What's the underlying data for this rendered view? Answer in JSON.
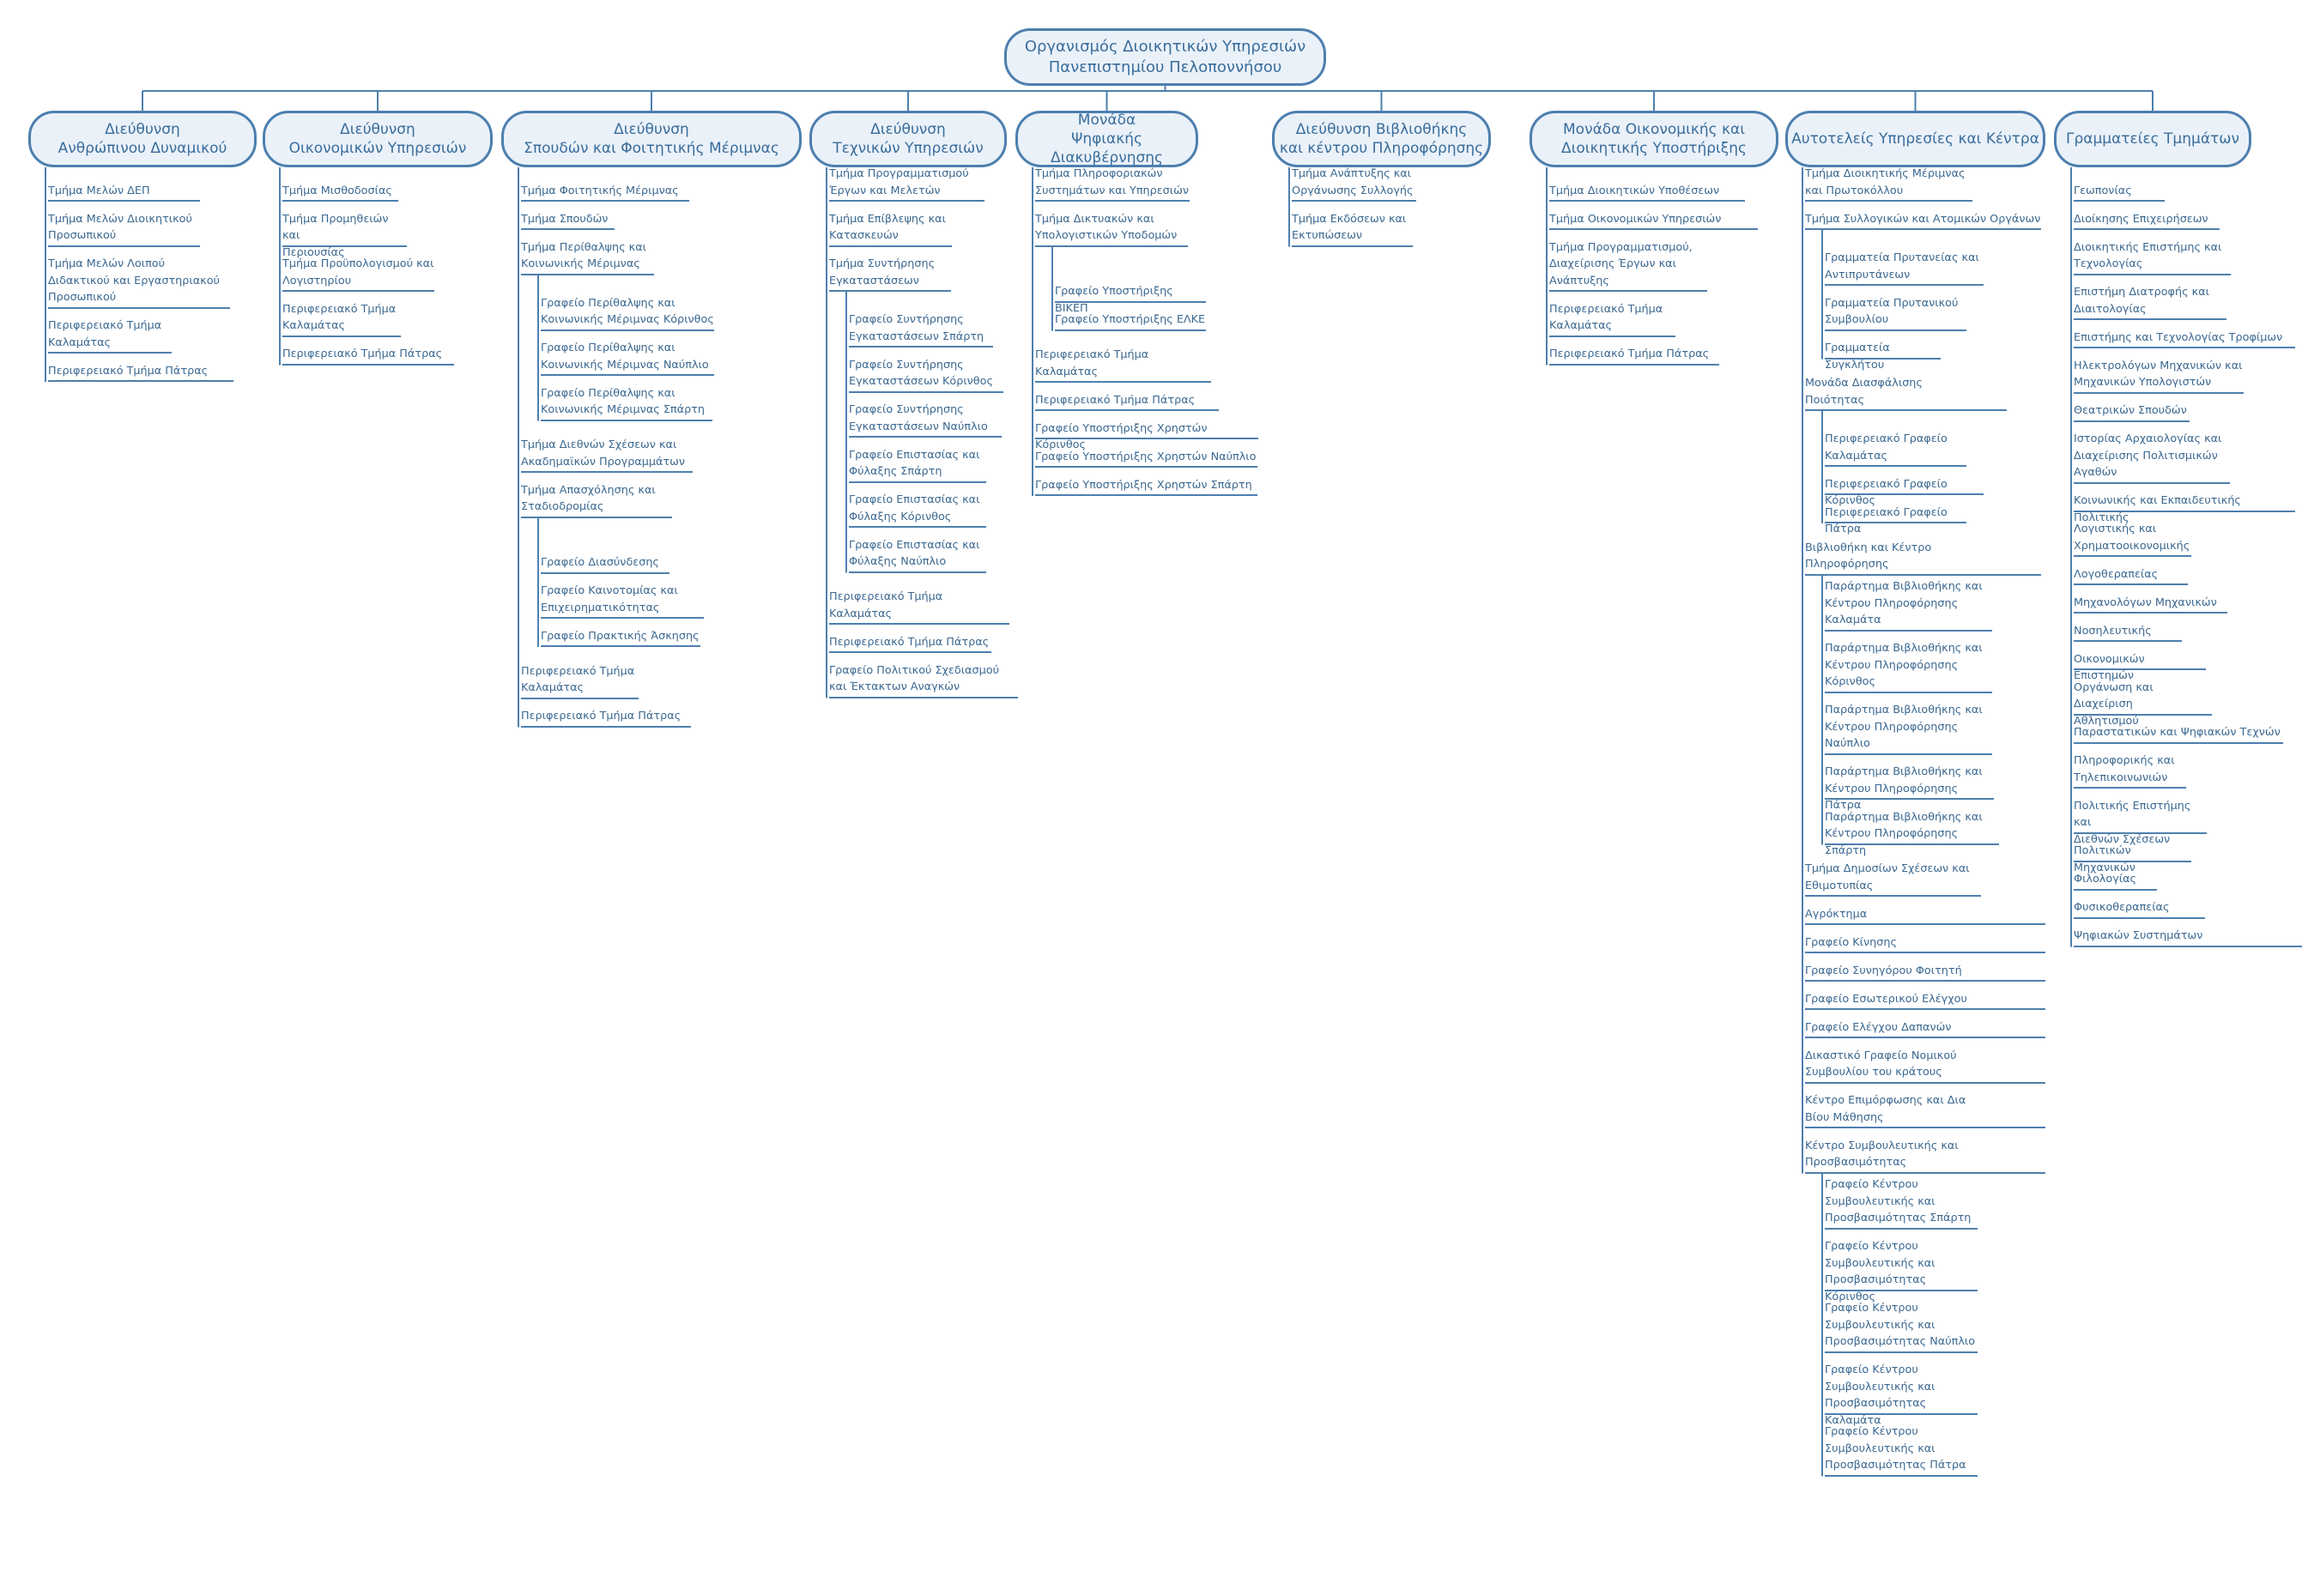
{
  "root": {
    "title": "Οργανισμός Διοικητικών Υπηρεσιών\nΠανεπιστημίου Πελοποννήσου"
  },
  "columns": [
    {
      "title": "Διεύθυνση\nΑνθρώπινου Δυναμικού",
      "items": [
        {
          "text": "Τμήμα Μελών ΔΕΠ"
        },
        {
          "text": "Τμήμα Μελών Διοικητικού\nΠροσωπικού"
        },
        {
          "text": "Τμήμα Μελών Λοιπού\nΔιδακτικού και Εργαστηριακού\nΠροσωπικού"
        },
        {
          "text": "Περιφερειακό Τμήμα\nΚαλαμάτας"
        },
        {
          "text": "Περιφερειακό Τμήμα Πάτρας"
        }
      ]
    },
    {
      "title": "Διεύθυνση\nΟικονομικών Υπηρεσιών",
      "items": [
        {
          "text": "Τμήμα Μισθοδοσίας"
        },
        {
          "text": "Τμήμα Προμηθειών και\nΠεριουσίας"
        },
        {
          "text": "Τμήμα Προϋπολογισμού και\nΛογιστηρίου"
        },
        {
          "text": "Περιφερειακό Τμήμα\nΚαλαμάτας"
        },
        {
          "text": "Περιφερειακό Τμήμα Πάτρας"
        }
      ]
    },
    {
      "title": "Διεύθυνση\nΣπουδών και Φοιτητικής Μέριμνας",
      "items": [
        {
          "text": "Τμήμα Φοιτητικής Μέριμνας"
        },
        {
          "text": "Τμήμα Σπουδών"
        },
        {
          "text": "Τμήμα Περίθαλψης και\nΚοινωνικής Μέριμνας",
          "children": [
            "Γραφείο Περίθαλψης και\nΚοινωνικής Μέριμνας Κόρινθος",
            "Γραφείο Περίθαλψης και\nΚοινωνικής Μέριμνας Ναύπλιο",
            "Γραφείο Περίθαλψης και\nΚοινωνικής Μέριμνας Σπάρτη"
          ]
        },
        {
          "text": "Τμήμα Διεθνών Σχέσεων και\nΑκαδημαϊκών Προγραμμάτων"
        },
        {
          "text": "Τμήμα Απασχόλησης και\nΣταδιοδρομίας",
          "children": [
            "Γραφείο Διασύνδεσης",
            "Γραφείο Καινοτομίας και\nΕπιχειρηματικότητας",
            "Γραφείο Πρακτικής Άσκησης"
          ]
        },
        {
          "text": "Περιφερειακό Τμήμα\nΚαλαμάτας"
        },
        {
          "text": "Περιφερειακό Τμήμα Πάτρας"
        }
      ]
    },
    {
      "title": "Διεύθυνση\nΤεχνικών Υπηρεσιών",
      "items": [
        {
          "text": "Τμήμα Προγραμματισμού\nΈργων και Μελετών"
        },
        {
          "text": "Τμήμα Επίβλεψης και\nΚατασκευών"
        },
        {
          "text": "Τμήμα Συντήρησης\nΕγκαταστάσεων",
          "children": [
            "Γραφείο Συντήρησης\nΕγκαταστάσεων Σπάρτη",
            "Γραφείο Συντήρησης\nΕγκαταστάσεων Κόρινθος",
            "Γραφείο Συντήρησης\nΕγκαταστάσεων Ναύπλιο",
            "Γραφείο Επιστασίας και\nΦύλαξης Σπάρτη",
            "Γραφείο Επιστασίας και\nΦύλαξης Κόρινθος",
            "Γραφείο Επιστασίας και\nΦύλαξης Ναύπλιο"
          ]
        },
        {
          "text": "Περιφερειακό Τμήμα\nΚαλαμάτας"
        },
        {
          "text": "Περιφερειακό Τμήμα Πάτρας"
        },
        {
          "text": "Γραφείο Πολιτικού Σχεδιασμού\nκαι Έκτακτων Αναγκών"
        }
      ]
    },
    {
      "title": "Μονάδα\nΨηφιακής Διακυβέρνησης",
      "items": [
        {
          "text": "Τμήμα Πληροφοριακών\nΣυστημάτων και Υπηρεσιών"
        },
        {
          "text": "Τμήμα Δικτυακών και\nΥπολογιστικών Υποδομών",
          "children": [
            "Γραφείο Υποστήριξης ΒΙΚΕΠ",
            "Γραφείο Υποστήριξης ΕΛΚΕ"
          ]
        },
        {
          "text": "Περιφερειακό Τμήμα\nΚαλαμάτας"
        },
        {
          "text": "Περιφερειακό Τμήμα Πάτρας"
        },
        {
          "text": "Γραφείο Υποστήριξης Χρηστών Κόρινθος"
        },
        {
          "text": "Γραφείο Υποστήριξης Χρηστών Ναύπλιο"
        },
        {
          "text": "Γραφείο Υποστήριξης Χρηστών Σπάρτη"
        }
      ]
    },
    {
      "title": "Διεύθυνση Βιβλιοθήκης\nκαι κέντρου Πληροφόρησης",
      "items": [
        {
          "text": "Τμήμα Ανάπτυξης και\nΟργάνωσης Συλλογής"
        },
        {
          "text": "Τμήμα Εκδόσεων και\nΕκτυπώσεων"
        }
      ]
    },
    {
      "title": "Μονάδα Οικονομικής και\nΔιοικητικής Υποστήριξης",
      "items": [
        {
          "text": "Τμήμα Διοικητικών Υποθέσεων"
        },
        {
          "text": "Τμήμα Οικονομικών Υπηρεσιών"
        },
        {
          "text": "Τμήμα Προγραμματισμού,\nΔιαχείρισης Έργων και\nΑνάπτυξης"
        },
        {
          "text": "Περιφερειακό Τμήμα\nΚαλαμάτας"
        },
        {
          "text": "Περιφερειακό Τμήμα Πάτρας"
        }
      ]
    },
    {
      "title": "Αυτοτελείς Υπηρεσίες και Κέντρα",
      "items": [
        {
          "text": "Τμήμα Διοικητικής Μέριμνας\nκαι Πρωτοκόλλου"
        },
        {
          "text": "Τμήμα Συλλογικών και Ατομικών Οργάνων",
          "children": [
            "Γραμματεία Πρυτανείας και\nΑντιπρυτάνεων",
            "Γραμματεία Πρυτανικού\nΣυμβουλίου",
            "Γραμματεία Συγκλήτου"
          ]
        },
        {
          "text": "Μονάδα Διασφάλισης\nΠοιότητας",
          "children": [
            "Περιφερειακό Γραφείο\nΚαλαμάτας",
            "Περιφερειακό Γραφείο Κόρινθος",
            "Περιφερειακό Γραφείο Πάτρα"
          ]
        },
        {
          "text": "Βιβλιοθήκη και Κέντρο\nΠληροφόρησης",
          "children": [
            "Παράρτημα Βιβλιοθήκης και\nΚέντρου Πληροφόρησης\nΚαλαμάτα",
            "Παράρτημα Βιβλιοθήκης και\nΚέντρου Πληροφόρησης\nΚόρινθος",
            "Παράρτημα Βιβλιοθήκης και\nΚέντρου Πληροφόρησης\nΝαύπλιο",
            "Παράρτημα Βιβλιοθήκης και\nΚέντρου Πληροφόρησης Πάτρα",
            "Παράρτημα Βιβλιοθήκης και\nΚέντρου Πληροφόρησης Σπάρτη"
          ]
        },
        {
          "text": "Τμήμα Δημοσίων Σχέσεων και\nΕθιμοτυπίας"
        },
        {
          "text": "Αγρόκτημα"
        },
        {
          "text": "Γραφείο Κίνησης"
        },
        {
          "text": "Γραφείο Συνηγόρου Φοιτητή"
        },
        {
          "text": "Γραφείο Εσωτερικού Ελέγχου"
        },
        {
          "text": "Γραφείο Ελέγχου Δαπανών"
        },
        {
          "text": "Δικαστικό Γραφείο Νομικού\nΣυμβουλίου του κράτους"
        },
        {
          "text": "Κέντρο Επιμόρφωσης και Δια\nΒίου Μάθησης"
        },
        {
          "text": "Κέντρο Συμβουλευτικής και\nΠροσβασιμότητας",
          "children": [
            "Γραφείο Κέντρου\nΣυμβουλευτικής και\nΠροσβασιμότητας Σπάρτη",
            "Γραφείο Κέντρου\nΣυμβουλευτικής και\nΠροσβασιμότητας Κόρινθος",
            "Γραφείο Κέντρου\nΣυμβουλευτικής και\nΠροσβασιμότητας Ναύπλιο",
            "Γραφείο Κέντρου\nΣυμβουλευτικής και\nΠροσβασιμότητας Καλαμάτα",
            "Γραφείο Κέντρου\nΣυμβουλευτικής και\nΠροσβασιμότητας Πάτρα"
          ]
        }
      ]
    },
    {
      "title": "Γραμματείες Τμημάτων",
      "items": [
        {
          "text": "Γεωπονίας"
        },
        {
          "text": "Διοίκησης Επιχειρήσεων"
        },
        {
          "text": "Διοικητικής Επιστήμης και\nΤεχνολογίας"
        },
        {
          "text": "Επιστήμη Διατροφής και\nΔιαιτολογίας"
        },
        {
          "text": "Επιστήμης και Τεχνολογίας Τροφίμων"
        },
        {
          "text": "Ηλεκτρολόγων Μηχανικών και\nΜηχανικών Υπολογιστών"
        },
        {
          "text": "Θεατρικών Σπουδών"
        },
        {
          "text": "Ιστορίας Αρχαιολογίας και\nΔιαχείρισης Πολιτισμικών\nΑγαθών"
        },
        {
          "text": "Κοινωνικής και Εκπαιδευτικής Πολιτικής"
        },
        {
          "text": "Λογιστικής και\nΧρηματοοικονομικής"
        },
        {
          "text": "Λογοθεραπείας"
        },
        {
          "text": "Μηχανολόγων Μηχανικών"
        },
        {
          "text": "Νοσηλευτικής"
        },
        {
          "text": "Οικονομικών Επιστημών"
        },
        {
          "text": "Οργάνωση και Διαχείριση\nΑθλητισμού"
        },
        {
          "text": "Παραστατικών και Ψηφιακών Τεχνών"
        },
        {
          "text": "Πληροφορικής και\nΤηλεπικοινωνιών"
        },
        {
          "text": "Πολιτικής Επιστήμης και\nΔιεθνών Σχέσεων"
        },
        {
          "text": "Πολιτικών Μηχανικών"
        },
        {
          "text": "Φιλολογίας"
        },
        {
          "text": "Φυσικοθεραπείας"
        },
        {
          "text": "Ψηφιακών Συστημάτων"
        }
      ]
    }
  ]
}
